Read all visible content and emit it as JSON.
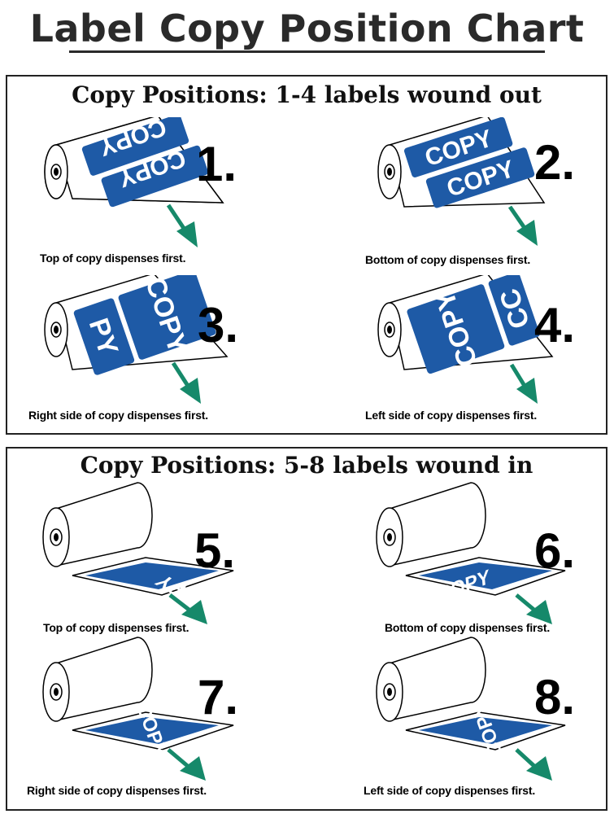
{
  "title": "Label Copy Position Chart",
  "sections": [
    {
      "title": "Copy Positions: 1-4 labels wound out",
      "items": [
        {
          "number": "1.",
          "caption": "Top of copy dispenses first."
        },
        {
          "number": "2.",
          "caption": "Bottom of copy dispenses first."
        },
        {
          "number": "3.",
          "caption": "Right side of copy dispenses first."
        },
        {
          "number": "4.",
          "caption": "Left side of copy dispenses first."
        }
      ]
    },
    {
      "title": "Copy Positions: 5-8 labels wound in",
      "items": [
        {
          "number": "5.",
          "caption": "Top of copy dispenses first."
        },
        {
          "number": "6.",
          "caption": "Bottom of copy dispenses first."
        },
        {
          "number": "7.",
          "caption": "Right side of copy dispenses first."
        },
        {
          "number": "8.",
          "caption": "Left side of copy dispenses first."
        }
      ]
    }
  ],
  "label_text": "COPY",
  "colors": {
    "label_blue": "#1e5aa6",
    "arrow_green": "#16896a",
    "outline": "#000000"
  }
}
